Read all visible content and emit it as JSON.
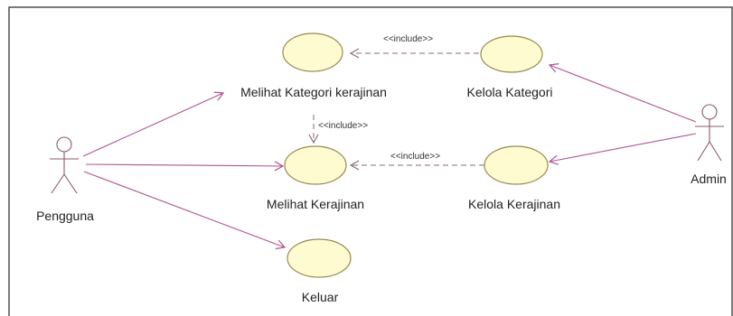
{
  "actors": {
    "pengguna": "Pengguna",
    "admin": "Admin"
  },
  "use_cases": {
    "melihat_kategori": "Melihat Kategori kerajinan",
    "kelola_kategori": "Kelola Kategori",
    "melihat_kerajinan": "Melihat Kerajinan",
    "kelola_kerajinan": "Kelola Kerajinan",
    "keluar": "Keluar"
  },
  "relations": {
    "include_kategori": "<<include>>",
    "include_melihat": "<<include>>",
    "include_kerajinan": "<<include>>"
  },
  "colors": {
    "usecase_fill": "#fffbd0",
    "usecase_stroke": "#9a8a52",
    "association": "#b0558f"
  }
}
